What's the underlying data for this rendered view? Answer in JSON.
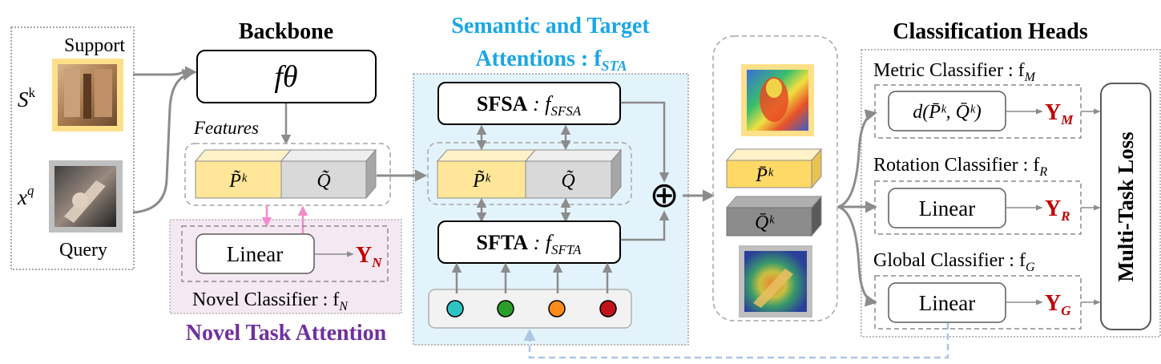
{
  "colors": {
    "accent_blue": "#1aa6e6",
    "accent_purple": "#7030a0",
    "label_red": "#c00000",
    "feature_yellow": "#ffe699",
    "feature_yellow_top": "#fff2c8",
    "feature_gray": "#d9d9d9",
    "sta_panel": "#e3f3fb",
    "nta_panel": "#f4e8f2",
    "pink_arrow": "#f28cc8",
    "dashed_blue": "#aec6e4",
    "dots": [
      "#2ec4c4",
      "#2aa02a",
      "#ff8c1a",
      "#c0141a"
    ]
  },
  "icons": [
    "support-image-icon",
    "query-image-icon",
    "attention-map-support-icon",
    "attention-map-query-icon",
    "oplus-icon"
  ],
  "input": {
    "support_label": "Support",
    "support_var": "S",
    "support_sup": "k",
    "query_label": "Query",
    "query_var": "x",
    "query_sup": "q"
  },
  "backbone": {
    "title": "Backbone",
    "function_label": "fθ",
    "features_label": "Features",
    "p_label": "P̃ᵏ",
    "q_label": "Q̃"
  },
  "novel": {
    "linear_label": "Linear",
    "output_label": "Y",
    "output_sub": "N",
    "classifier_label": "Novel Classifier : f",
    "classifier_sub": "N",
    "title": "Novel Task Attention"
  },
  "sta": {
    "title_line1": "Semantic and Target",
    "title_line2": "Attentions : f",
    "title_sub": "STA",
    "sfsa_bold": "SFSA",
    "sfsa_rest": " : f",
    "sfsa_sub": "SFSA",
    "sfta_bold": "SFTA",
    "sfta_rest": " : f",
    "sfta_sub": "SFTA",
    "p_label": "P̃ᵏ",
    "q_label": "Q̃",
    "oplus": "⊕"
  },
  "outputs": {
    "p_bar_label": "P̄ᵏ",
    "q_bar_label": "Q̄ᵏ"
  },
  "heads": {
    "title": "Classification Heads",
    "metric_label": "Metric Classifier : f",
    "metric_sub": "M",
    "metric_fn": "d(P̄ᵏ, Q̄ᵏ)",
    "metric_out": "Y",
    "metric_out_sub": "M",
    "rotation_label": "Rotation Classifier : f",
    "rotation_sub": "R",
    "rotation_fn": "Linear",
    "rotation_out": "Y",
    "rotation_out_sub": "R",
    "global_label": "Global Classifier : f",
    "global_sub": "G",
    "global_fn": "Linear",
    "global_out": "Y",
    "global_out_sub": "G",
    "loss_label": "Multi-Task Loss"
  }
}
